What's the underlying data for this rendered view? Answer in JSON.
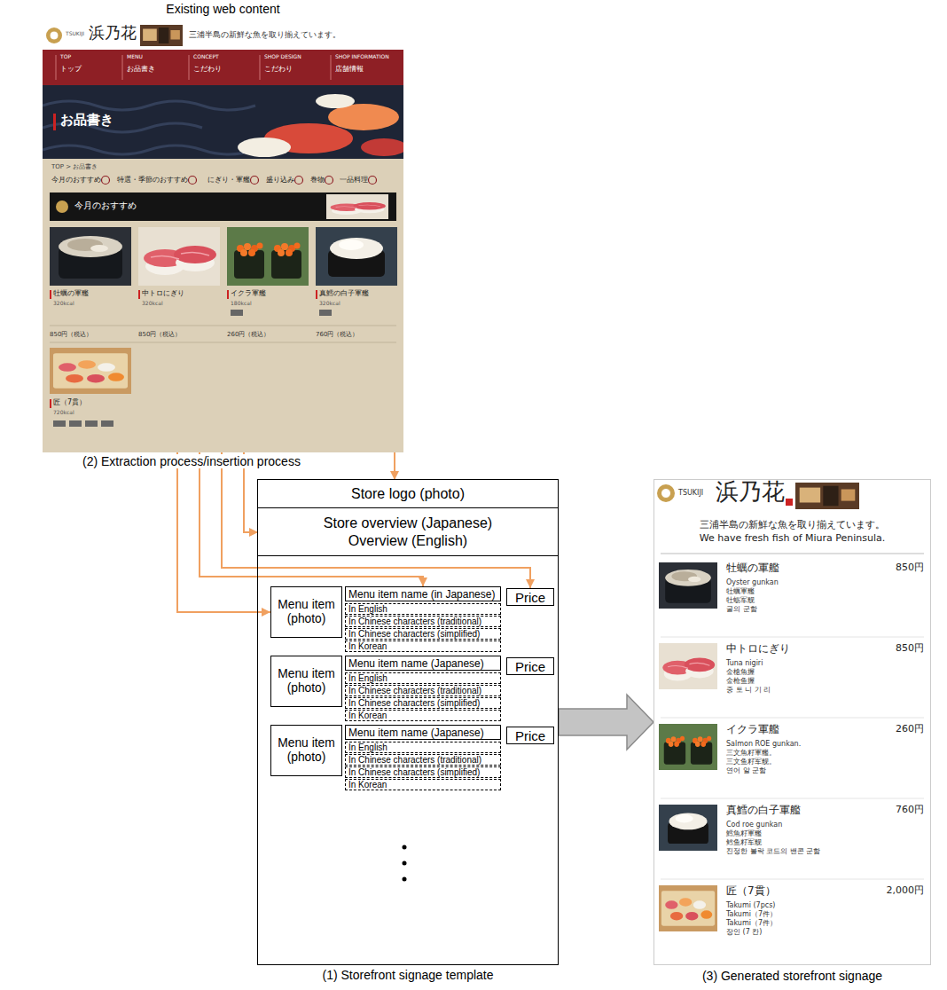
{
  "diagram": {
    "nodes": [
      {
        "text": [
          "Existing web content"
        ]
      },
      {
        "text": [
          "(1) Storefront signage template"
        ]
      },
      {
        "text": [
          "Store logo (photo)"
        ],
        "in": 1
      },
      {
        "text": [
          "Store overview (Japanese)",
          "Overview (English)"
        ],
        "in": 1
      },
      {
        "text": [
          "Menu item (photo)"
        ],
        "in": 1
      },
      {
        "text": [
          "Menu item name (in Japanese)"
        ],
        "in": 1
      },
      {
        "text": [
          "In English"
        ],
        "in": 1
      },
      {
        "text": [
          "In Chinese characters (traditional)"
        ],
        "in": 1
      },
      {
        "text": [
          "In Chinese characters (simplified)"
        ],
        "in": 1
      },
      {
        "text": [
          "In Korean"
        ],
        "in": 1
      },
      {
        "text": [
          "Price"
        ],
        "in": 1
      },
      {
        "text": [
          "Menu item (photo)"
        ],
        "in": 1
      },
      {
        "text": [
          "Menu item name (Japanese)"
        ],
        "in": 1
      },
      {
        "text": [
          "In English"
        ],
        "in": 1
      },
      {
        "text": [
          "In Chinese characters (traditional)"
        ],
        "in": 1
      },
      {
        "text": [
          "In Chinese characters (simplified)"
        ],
        "in": 1
      },
      {
        "text": [
          "In Korean"
        ],
        "in": 1
      },
      {
        "text": [
          "Price"
        ],
        "in": 1
      },
      {
        "text": [
          "Menu item (photo)"
        ],
        "in": 1
      },
      {
        "text": [
          "Menu item name (Japanese)"
        ],
        "in": 1
      },
      {
        "text": [
          "In English"
        ],
        "in": 1
      },
      {
        "text": [
          "In Chinese characters (traditional)"
        ],
        "in": 1
      },
      {
        "text": [
          "In Chinese characters (simplified)"
        ],
        "in": 1
      },
      {
        "text": [
          "In Korean"
        ],
        "in": 1
      },
      {
        "text": [
          "Price"
        ],
        "in": 1
      },
      {
        "text": [
          "(3) Generated storefront signage"
        ]
      }
    ],
    "edges": [
      {
        "from": 0,
        "to": 2,
        "arrow": "to"
      },
      {
        "from": 0,
        "to": 3,
        "arrow": "to"
      },
      {
        "from": 0,
        "to": 4,
        "arrow": "to"
      },
      {
        "from": 0,
        "to": 5,
        "arrow": "to"
      },
      {
        "from": 0,
        "to": 10,
        "arrow": "to"
      },
      {
        "from": 1,
        "to": 25,
        "arrow": "to"
      }
    ],
    "labels": [
      "TSUKIJI",
      "浜乃花",
      "三浦半島の新鮮な魚を取り揃えています。",
      "TOP",
      "トップ",
      "MENU",
      "お品書き",
      "CONCEPT",
      "こだわり",
      "SHOP DESIGN",
      "こだわり",
      "SHOP INFORMATION",
      "店舗情報",
      "お品書き",
      "TOP > お品書き",
      "今月のおすすめ",
      "特選・季節のおすすめ",
      "にぎり・軍艦",
      "盛り込み",
      "巻物",
      "一品料理",
      "今月のおすすめ",
      "牡蠣の軍艦",
      "中トロにぎり",
      "イクラ軍艦",
      "真鱈の白子軍艦",
      "320kcal",
      "320kcal",
      "180kcal",
      "320kcal",
      "850円（税込）",
      "850円（税込）",
      "260円（税込）",
      "760円（税込）",
      "匠（7貫）",
      "720kcal",
      "(2) Extraction process/insertion process",
      "TSUKIJI",
      "浜乃花",
      "三浦半島の新鮮な魚を取り揃えています。",
      "We have fresh fish of Miura Peninsula.",
      "牡蠣の軍艦",
      "Oyster gunkan",
      "牡蠣軍艦",
      "牡蛎军舰",
      "굴의 군함",
      "850円",
      "中トロにぎり",
      "Tuna nigiri",
      "金槍魚握",
      "金枪鱼握",
      "중 토 니 기 리",
      "850円",
      "イクラ軍艦",
      "Salmon ROE gunkan.",
      "三文魚籽軍艦。",
      "三文鱼籽军舰。",
      "연어 알 군함",
      "260円",
      "真鱈の白子軍艦",
      "Cod roe gunkan",
      "鱈魚籽軍艦",
      "鳕鱼籽军舰",
      "진정한 볼락 코드의 밴콘 군함",
      "760円",
      "匠（7貫）",
      "Takumi (7pcs)",
      "Takumi（7件）",
      "Takumi（7件）",
      "장인 (7 칸)",
      "2,000円"
    ]
  }
}
